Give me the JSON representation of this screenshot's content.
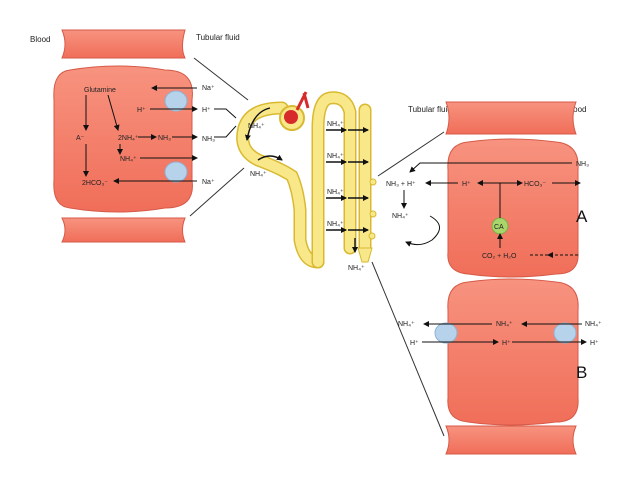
{
  "labels": {
    "blood_left": "Blood",
    "tubular_fluid_left": "Tubular fluid",
    "tubular_fluid_right": "Tubular fluid",
    "blood_right": "Blood",
    "panel_a": "A",
    "panel_b": "B"
  },
  "left_cell": {
    "glutamine": "Glutamine",
    "a_minus": "A⁻",
    "h_plus": "H⁺",
    "two_nh4": "2NH₄⁺",
    "nh3": "NH₃",
    "nh4": "NH₄⁺",
    "two_hco3": "2HCO₃⁻",
    "na_top": "Na⁺",
    "h_out": "H⁺",
    "nh3_out": "NH₃",
    "na_bottom": "Na⁺"
  },
  "nephron": {
    "nh4_pct": "NH₄⁺",
    "nh4_dct": "NH₄⁺",
    "nh4_tal_1": "NH₄⁺",
    "nh4_tal_2": "NH₄⁺",
    "nh4_tal_3": "NH₄⁺",
    "nh4_tal_4": "NH₄⁺",
    "nh4_duct": "NH₄⁺"
  },
  "cell_a": {
    "nh3_right": "NH₃",
    "nh3_h": "NH₃ + H⁺",
    "nh4": "NH₄⁺",
    "h_plus": "H⁺",
    "hco3": "HCO₃⁻",
    "ca": "CA",
    "co2_h2o": "CO₂ + H₂O"
  },
  "cell_b": {
    "nh4_left": "NH₄⁺",
    "nh4_mid": "NH₄⁺",
    "nh4_right": "NH₄⁺",
    "h_left": "H⁺",
    "h_mid": "H⁺",
    "h_right": "H⁺"
  },
  "colors": {
    "cell_fill": "#f47f6b",
    "cell_stroke": "#d65a48",
    "tubule_fill": "#f8e88a",
    "tubule_stroke": "#d9b931",
    "transporter": "#b7d3ec",
    "ca_enzyme": "#a9d66a",
    "glomerulus": "#d72b2b"
  }
}
